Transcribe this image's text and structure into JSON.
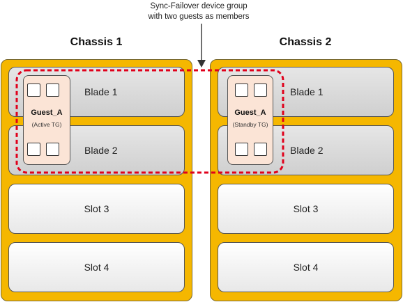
{
  "annotation": {
    "line1": "Sync-Failover device group",
    "line2": "with two guests as members",
    "dashed_color": "#e0001b"
  },
  "colors": {
    "chassis_fill": "#f5b700",
    "guest_fill": "#fbe4d6",
    "blade_fill": "#d6d6d6",
    "empty_slot_fill": "#f2f2f2"
  },
  "chassis": [
    {
      "title": "Chassis 1",
      "slots": [
        {
          "label": "Blade 1",
          "kind": "blade"
        },
        {
          "label": "Blade 2",
          "kind": "blade"
        },
        {
          "label": "Slot 3",
          "kind": "empty"
        },
        {
          "label": "Slot 4",
          "kind": "empty"
        }
      ],
      "guest": {
        "name": "Guest_A",
        "role": "(Active TG)"
      }
    },
    {
      "title": "Chassis 2",
      "slots": [
        {
          "label": "Blade 1",
          "kind": "blade"
        },
        {
          "label": "Blade 2",
          "kind": "blade"
        },
        {
          "label": "Slot 3",
          "kind": "empty"
        },
        {
          "label": "Slot 4",
          "kind": "empty"
        }
      ],
      "guest": {
        "name": "Guest_A",
        "role": "(Standby TG)"
      }
    }
  ]
}
